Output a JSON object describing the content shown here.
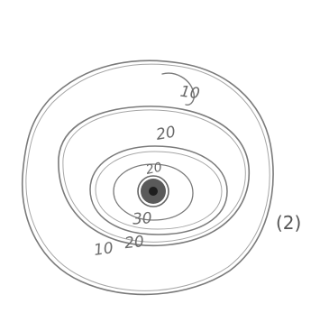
{
  "diagram": {
    "contour_labels": {
      "outer": "10",
      "outer_bottom": "10",
      "middle_top": "20",
      "middle_bottom": "20",
      "inner_top": "20",
      "inner_bottom": "30"
    },
    "figure_number": "(2)"
  }
}
